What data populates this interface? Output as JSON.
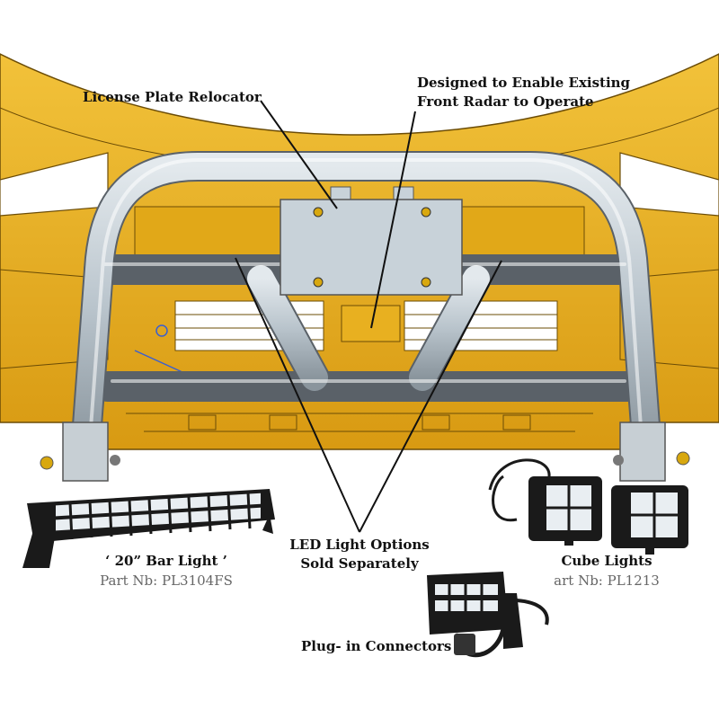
{
  "callouts": {
    "license_plate": "License Plate Relocator",
    "radar_line1": "Designed to Enable Existing",
    "radar_line2": "Front Radar to Operate",
    "led_line1": "LED Light Options",
    "led_line2": "Sold Separately",
    "bar_light_title": "‘ 20” Bar Light ’",
    "bar_light_part": "Part Nb: PL3104FS",
    "cube_title": "Cube Lights",
    "cube_part": "art Nb: PL1213",
    "connectors": "Plug- in Connectors"
  },
  "colors": {
    "bumper": "#e8b020",
    "bumper_dark": "#b98510",
    "tube": "#c2cdd4",
    "tube_edge": "#5a6168",
    "plate": "#c8d2d9",
    "light_body": "#1a1a1a",
    "led": "#e9eef2"
  }
}
